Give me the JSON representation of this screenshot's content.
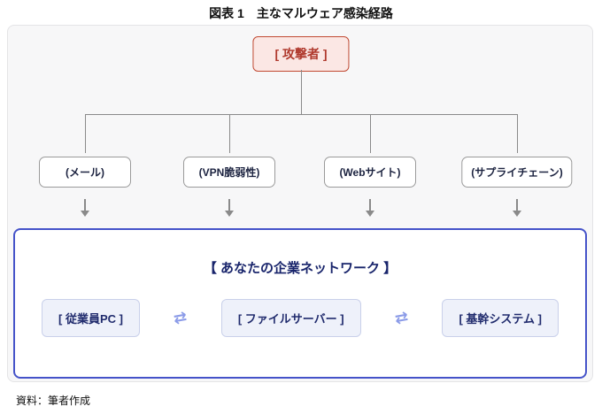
{
  "figure": {
    "title": "図表 1　主なマルウェア感染経路",
    "source": "資料：筆者作成"
  },
  "attacker": {
    "label": "[ 攻撃者 ]"
  },
  "routes": [
    {
      "label": "(メール)"
    },
    {
      "label": "(VPN脆弱性)"
    },
    {
      "label": "(Webサイト)"
    },
    {
      "label": "(サプライチェーン)"
    }
  ],
  "network": {
    "title": "【 あなたの企業ネットワーク 】",
    "nodes": [
      {
        "label": "[ 従業員PC ]"
      },
      {
        "label": "[ ファイルサーバー ]"
      },
      {
        "label": "[ 基幹システム ]"
      }
    ],
    "exchange_icon": "⇄"
  },
  "colors": {
    "attacker_bg": "#fbe7e4",
    "attacker_border": "#c14a33",
    "attacker_text": "#b03a2e",
    "connector_line": "#8a8a8a",
    "route_border": "#9a9a9a",
    "route_text": "#1c2340",
    "network_border": "#4553c9",
    "network_title_text": "#18246b",
    "node_bg": "#eef1fa",
    "node_border": "#c9d0ea",
    "node_text": "#202b6d",
    "exchange_arrow": "#8b9be8",
    "canvas_bg": "#f7f7f8"
  }
}
